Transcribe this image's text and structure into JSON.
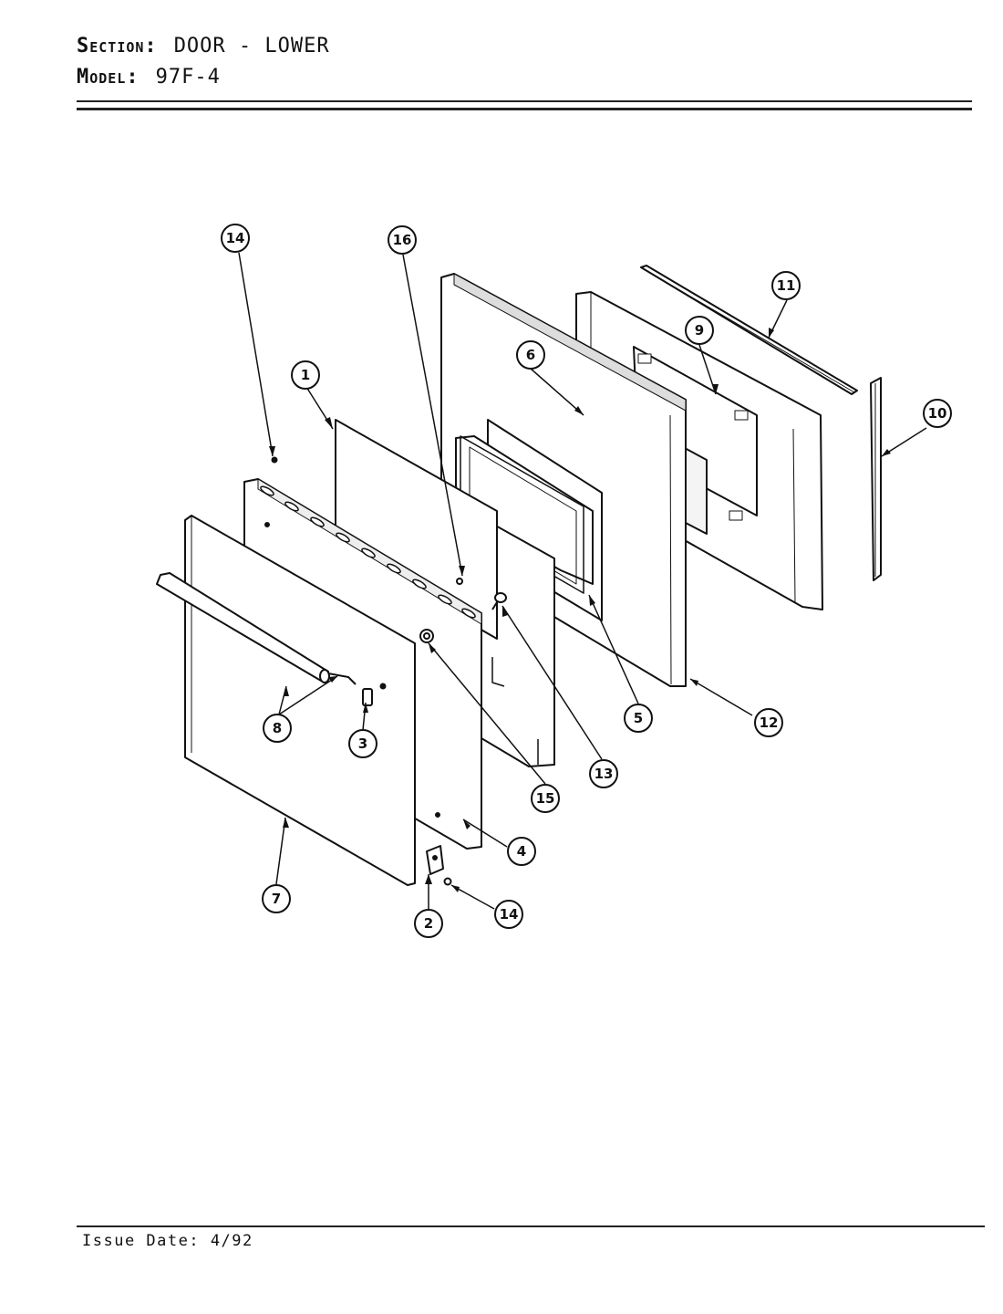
{
  "header": {
    "section_label": "Section:",
    "section_value": "DOOR - LOWER",
    "model_label": "Model:",
    "model_value": "97F-4"
  },
  "footer": {
    "issue_date": "Issue Date: 4/92"
  },
  "callouts": [
    "1",
    "2",
    "3",
    "4",
    "5",
    "6",
    "7",
    "8",
    "9",
    "10",
    "11",
    "12",
    "13",
    "14",
    "15",
    "16"
  ],
  "callout_labels": {
    "c1": "1",
    "c2": "2",
    "c3": "3",
    "c4": "4",
    "c5": "5",
    "c6": "6",
    "c7": "7",
    "c8": "8",
    "c9": "9",
    "c10": "10",
    "c11": "11",
    "c12": "12",
    "c13": "13",
    "c14a": "14",
    "c14b": "14",
    "c15": "15",
    "c16": "16"
  }
}
